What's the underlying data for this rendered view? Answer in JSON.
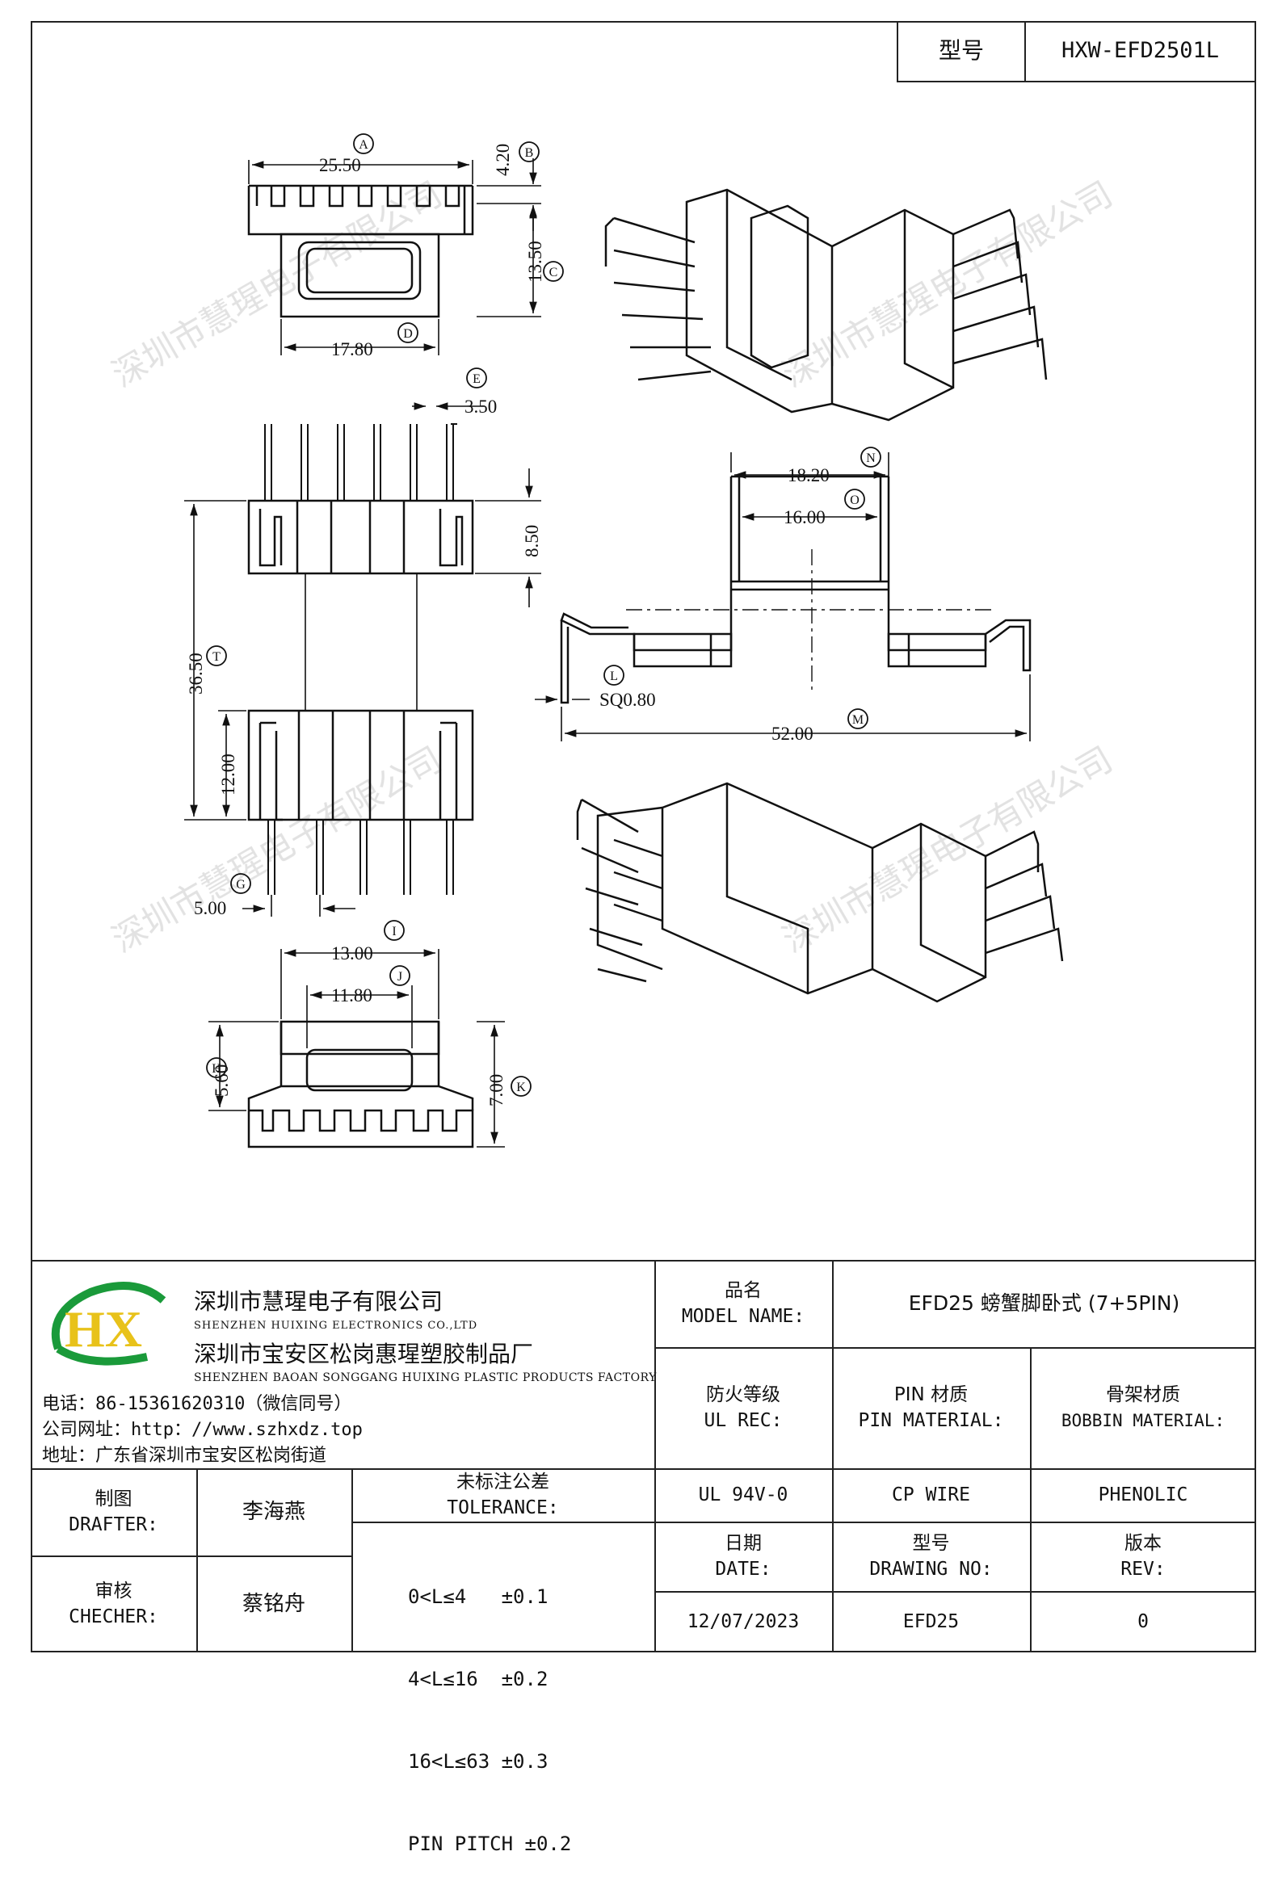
{
  "header": {
    "model_label": "型号",
    "model_value": "HXW-EFD2501L"
  },
  "watermark": "深圳市慧瑆电子有限公司",
  "dimensions": {
    "A": "25.50",
    "B": "4.20",
    "C": "13.50",
    "D": "17.80",
    "E": "3.50",
    "F": "8.50",
    "G": "5.00",
    "H": "5.60",
    "I": "13.00",
    "J": "11.80",
    "K": "7.00",
    "L": "SQ0.80",
    "M": "52.00",
    "N": "18.20",
    "O": "16.00",
    "T": "36.50",
    "U": "12.00"
  },
  "dimension_letters": {
    "A": "A",
    "B": "B",
    "C": "C",
    "D": "D",
    "E": "E",
    "G": "G",
    "H": "H",
    "I": "I",
    "J": "J",
    "K": "K",
    "L": "L",
    "M": "M",
    "N": "N",
    "O": "O",
    "T": "T"
  },
  "company": {
    "logo_text": "HX",
    "name_cn": "深圳市慧瑆电子有限公司",
    "name_en": "SHENZHEN HUIXING ELECTRONICS CO.,LTD",
    "factory_cn": "深圳市宝安区松岗惠瑆塑胶制品厂",
    "factory_en": "SHENZHEN BAOAN SONGGANG HUIXING PLASTIC PRODUCTS FACTORY",
    "phone": "电话：86-15361620310（微信同号）",
    "website": "公司网址：http：//www.szhxdz.top",
    "address": "地址：广东省深圳市宝安区松岗街道"
  },
  "title_block": {
    "product_name_cn": "品名",
    "product_name_en": "MODEL NAME:",
    "product_name_value": "EFD25 螃蟹脚卧式 (7+5PIN)",
    "fire_cn": "防火等级",
    "fire_en": "UL REC:",
    "pin_mat_cn": "PIN 材质",
    "pin_mat_en": "PIN MATERIAL:",
    "bobbin_mat_cn": "骨架材质",
    "bobbin_mat_en": "BOBBIN MATERIAL:",
    "fire_value": "UL 94V-0",
    "pin_mat_value": "CP WIRE",
    "bobbin_mat_value": "PHENOLIC",
    "drafter_cn": "制图",
    "drafter_en": "DRAFTER:",
    "drafter_value": "李海燕",
    "checker_cn": "审核",
    "checker_en": "CHECHER:",
    "checker_value": "蔡铭舟",
    "tolerance_cn": "未标注公差",
    "tolerance_en": "TOLERANCE:",
    "tolerance_lines": [
      "0<L≤4   ±0.1",
      "4<L≤16  ±0.2",
      "16<L≤63 ±0.3",
      "PIN PITCH ±0.2"
    ],
    "date_cn": "日期",
    "date_en": "DATE:",
    "date_value": "12/07/2023",
    "drawing_no_cn": "型号",
    "drawing_no_en": "DRAWING NO:",
    "drawing_no_value": "EFD25",
    "rev_cn": "版本",
    "rev_en": "REV:",
    "rev_value": "0"
  }
}
